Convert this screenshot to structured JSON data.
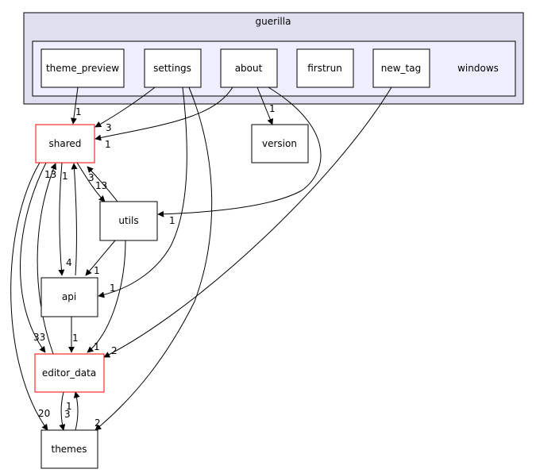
{
  "outer_cluster": {
    "title": "guerilla",
    "fill": "#dfdfef",
    "stroke": "#000000"
  },
  "inner_cluster": {
    "title": "windows",
    "fill": "#eeeeff",
    "stroke": "#000000"
  },
  "nodes": {
    "theme_preview": {
      "label": "theme_preview",
      "stroke": "#000000"
    },
    "settings": {
      "label": "settings",
      "stroke": "#000000"
    },
    "about": {
      "label": "about",
      "stroke": "#000000"
    },
    "firstrun": {
      "label": "firstrun",
      "stroke": "#000000"
    },
    "new_tag": {
      "label": "new_tag",
      "stroke": "#000000"
    },
    "shared": {
      "label": "shared",
      "stroke": "#ff0000"
    },
    "version": {
      "label": "version",
      "stroke": "#000000"
    },
    "utils": {
      "label": "utils",
      "stroke": "#000000"
    },
    "api": {
      "label": "api",
      "stroke": "#000000"
    },
    "editor_data": {
      "label": "editor_data",
      "stroke": "#ff0000"
    },
    "themes": {
      "label": "themes",
      "stroke": "#000000"
    }
  },
  "edge_labels": {
    "theme_preview_shared": "1",
    "settings_shared": "3",
    "about_shared": "1",
    "about_version": "1",
    "about_utils": "1",
    "new_tag_editor_data": "2",
    "shared_utils": "13",
    "utils_shared": "3",
    "shared_api": "4",
    "api_shared": "1",
    "shared_editor_data": "33",
    "editor_data_shared": "13",
    "shared_themes": "20",
    "utils_api": "1",
    "utils_editor_data": "1",
    "settings_api": "1",
    "api_editor_data": "1",
    "settings_themes": "2",
    "editor_data_themes": "3",
    "themes_editor_data": "1"
  }
}
